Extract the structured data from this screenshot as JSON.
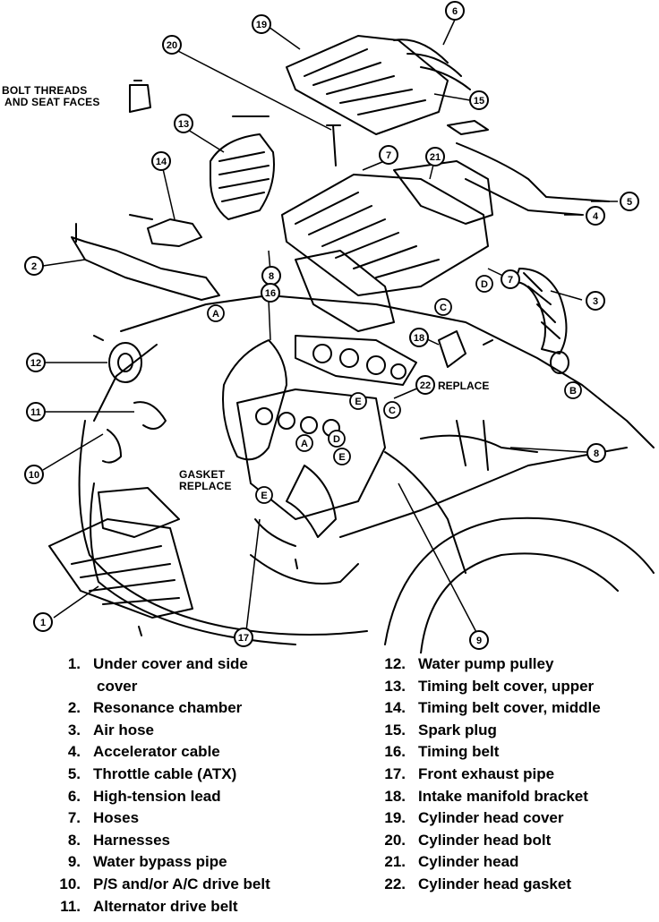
{
  "notes": {
    "bolt_threads": [
      "BOLT THREADS",
      "AND SEAT FACES"
    ],
    "gasket_replace": [
      "GASKET",
      "REPLACE"
    ],
    "replace": "REPLACE"
  },
  "callouts": [
    "1",
    "2",
    "3",
    "4",
    "5",
    "6",
    "7",
    "7",
    "8",
    "9",
    "10",
    "11",
    "12",
    "13",
    "14",
    "15",
    "16",
    "17",
    "18",
    "19",
    "20",
    "21",
    "22",
    "8"
  ],
  "letters": [
    "A",
    "A",
    "B",
    "C",
    "C",
    "D",
    "D",
    "E",
    "E",
    "E"
  ],
  "legend": {
    "left": [
      {
        "num": "1.",
        "text": "Under cover and side"
      },
      {
        "num": "",
        "text": "cover"
      },
      {
        "num": "2.",
        "text": "Resonance chamber"
      },
      {
        "num": "3.",
        "text": "Air hose"
      },
      {
        "num": "4.",
        "text": "Accelerator cable"
      },
      {
        "num": "5.",
        "text": "Throttle cable (ATX)"
      },
      {
        "num": "6.",
        "text": "High-tension lead"
      },
      {
        "num": "7.",
        "text": "Hoses"
      },
      {
        "num": "8.",
        "text": "Harnesses"
      },
      {
        "num": "9.",
        "text": "Water bypass pipe"
      },
      {
        "num": "10.",
        "text": "P/S and/or A/C drive belt"
      },
      {
        "num": "11.",
        "text": "Alternator drive belt"
      }
    ],
    "right": [
      {
        "num": "12.",
        "text": "Water pump pulley"
      },
      {
        "num": "13.",
        "text": "Timing belt cover, upper"
      },
      {
        "num": "14.",
        "text": "Timing belt cover, middle"
      },
      {
        "num": "15.",
        "text": "Spark plug"
      },
      {
        "num": "16.",
        "text": "Timing belt"
      },
      {
        "num": "17.",
        "text": "Front exhaust pipe"
      },
      {
        "num": "18.",
        "text": "Intake manifold bracket"
      },
      {
        "num": "19.",
        "text": "Cylinder head cover"
      },
      {
        "num": "20.",
        "text": "Cylinder head bolt"
      },
      {
        "num": "21.",
        "text": "Cylinder head"
      },
      {
        "num": "22.",
        "text": "Cylinder head gasket"
      }
    ]
  }
}
